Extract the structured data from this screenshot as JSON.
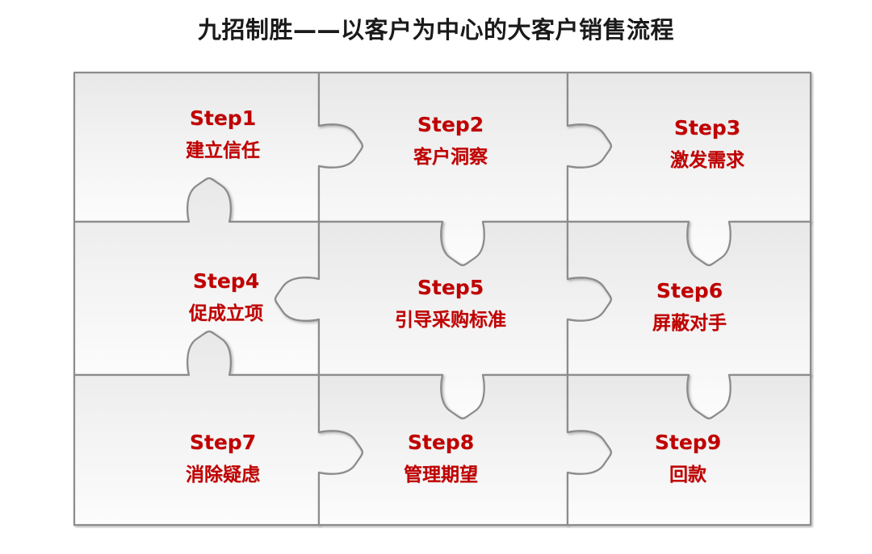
{
  "slide": {
    "title": "九招制胜——以客户为中心的大客户销售流程",
    "title_color": "#1a1a1a",
    "background_color": "#ffffff"
  },
  "puzzle": {
    "accent_color": "#C00000",
    "outline_color": "#8c8c8c",
    "piece_fill_top": "#eeeeee",
    "piece_fill_bottom": "#fbfbfb",
    "rows": 3,
    "columns": 3,
    "pieces": [
      {
        "id": "step1",
        "step": "Step1",
        "name": "建立信任",
        "row": 1,
        "col": 1
      },
      {
        "id": "step2",
        "step": "Step2",
        "name": "客户洞察",
        "row": 1,
        "col": 2
      },
      {
        "id": "step3",
        "step": "Step3",
        "name": "激发需求",
        "row": 1,
        "col": 3
      },
      {
        "id": "step4",
        "step": "Step4",
        "name": "促成立项",
        "row": 2,
        "col": 1
      },
      {
        "id": "step5",
        "step": "Step5",
        "name": "引导采购标准",
        "row": 2,
        "col": 2
      },
      {
        "id": "step6",
        "step": "Step6",
        "name": "屏蔽对手",
        "row": 2,
        "col": 3
      },
      {
        "id": "step7",
        "step": "Step7",
        "name": "消除疑虑",
        "row": 3,
        "col": 1
      },
      {
        "id": "step8",
        "step": "Step8",
        "name": "管理期望",
        "row": 3,
        "col": 2
      },
      {
        "id": "step9",
        "step": "Step9",
        "name": "回款",
        "row": 3,
        "col": 3
      }
    ]
  }
}
